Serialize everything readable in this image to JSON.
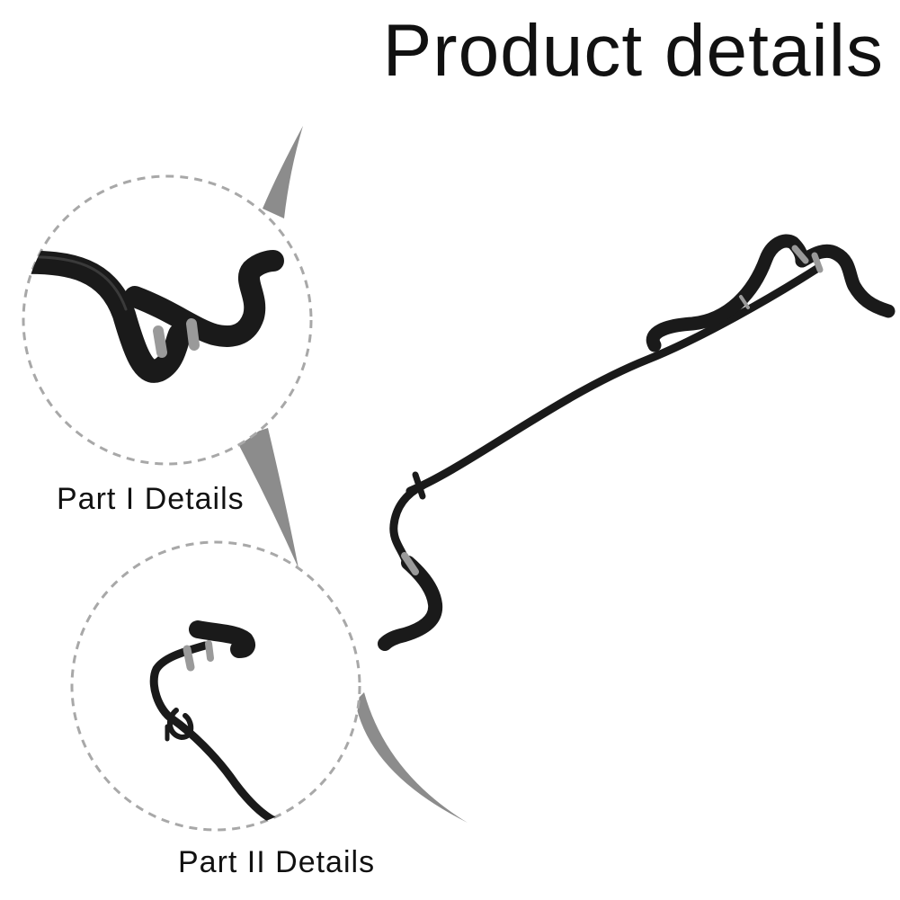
{
  "title": "Product details",
  "details": [
    {
      "caption": "Part I Details"
    },
    {
      "caption": "Part II Details"
    }
  ],
  "icons": [
    "hose-icon"
  ],
  "colors": {
    "background": "#ffffff",
    "hose": "#1a1a1a",
    "clamp": "#9a9a9a",
    "callout": "#8c8c8c",
    "circle_border": "#a8a8a8",
    "text": "#111111"
  }
}
